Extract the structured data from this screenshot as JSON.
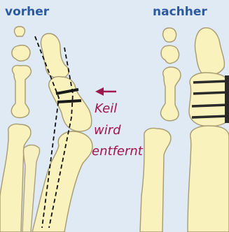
{
  "labels": {
    "before": "vorher",
    "after": "nachher",
    "note_line1": "Keil",
    "note_line2": "wird",
    "note_line3": "entfernt"
  },
  "colors": {
    "background": "#dfeaf4",
    "bone_fill": "#faf2bc",
    "bone_stroke": "#a89a70",
    "heading_text": "#2c5aa0",
    "note_text": "#a0154c",
    "arrow": "#a0154c",
    "cut_line": "#1a1a1a",
    "dashed_line": "#111111",
    "plate": "#2a2a2a"
  },
  "icons": {
    "arrow": "arrow-left-icon"
  }
}
